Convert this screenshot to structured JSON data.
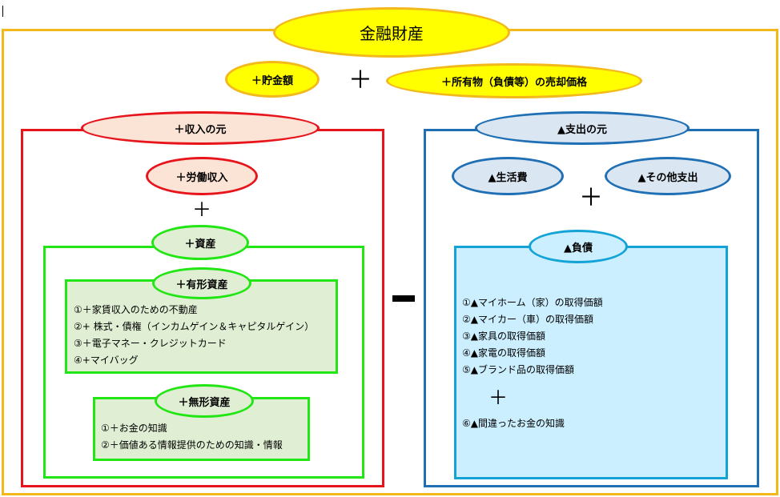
{
  "title": "金融財産",
  "top": {
    "savings": "＋貯金額",
    "plus": "＋",
    "possessions": "＋所有物（負債等）の売却価格"
  },
  "minus": "－",
  "income": {
    "title": "＋収入の元",
    "labor": "＋労働収入",
    "plus": "＋",
    "assets": {
      "title": "＋資産",
      "tangible": {
        "title": "＋有形資産",
        "items": [
          "①＋家賃収入のための不動産",
          "②+ 株式・債権（インカムゲイン＆キャピタルゲイン）",
          "③＋電子マネー・クレジットカード",
          "④+マイバッグ"
        ]
      },
      "intangible": {
        "title": "＋無形資産",
        "items": [
          "①＋お金の知識",
          "②＋価値ある情報提供のための知識・情報"
        ]
      }
    }
  },
  "expense": {
    "title": "▲支出の元",
    "living": "▲生活費",
    "plus": "＋",
    "other": "▲その他支出",
    "liabilities": {
      "title": "▲負債",
      "items": [
        "①▲マイホーム（家）の取得価額",
        "②▲マイカー（車）の取得価額",
        "③▲家具の取得価額",
        "④▲家電の取得価額",
        "⑤▲ブランド品の取得価額"
      ],
      "plus": "＋",
      "last": "⑥▲間違ったお金の知識"
    }
  },
  "colors": {
    "gold": "#f2b81c",
    "yellow": "#ffff00",
    "red": "#e8141b",
    "blue": "#1f6fb5",
    "cyan": "#14a3d6",
    "green": "#22e614",
    "pink": "#fbe3d5",
    "lightblue": "#dbe6f3",
    "palecyan": "#ccefff",
    "palegreen": "#e0efd4"
  }
}
